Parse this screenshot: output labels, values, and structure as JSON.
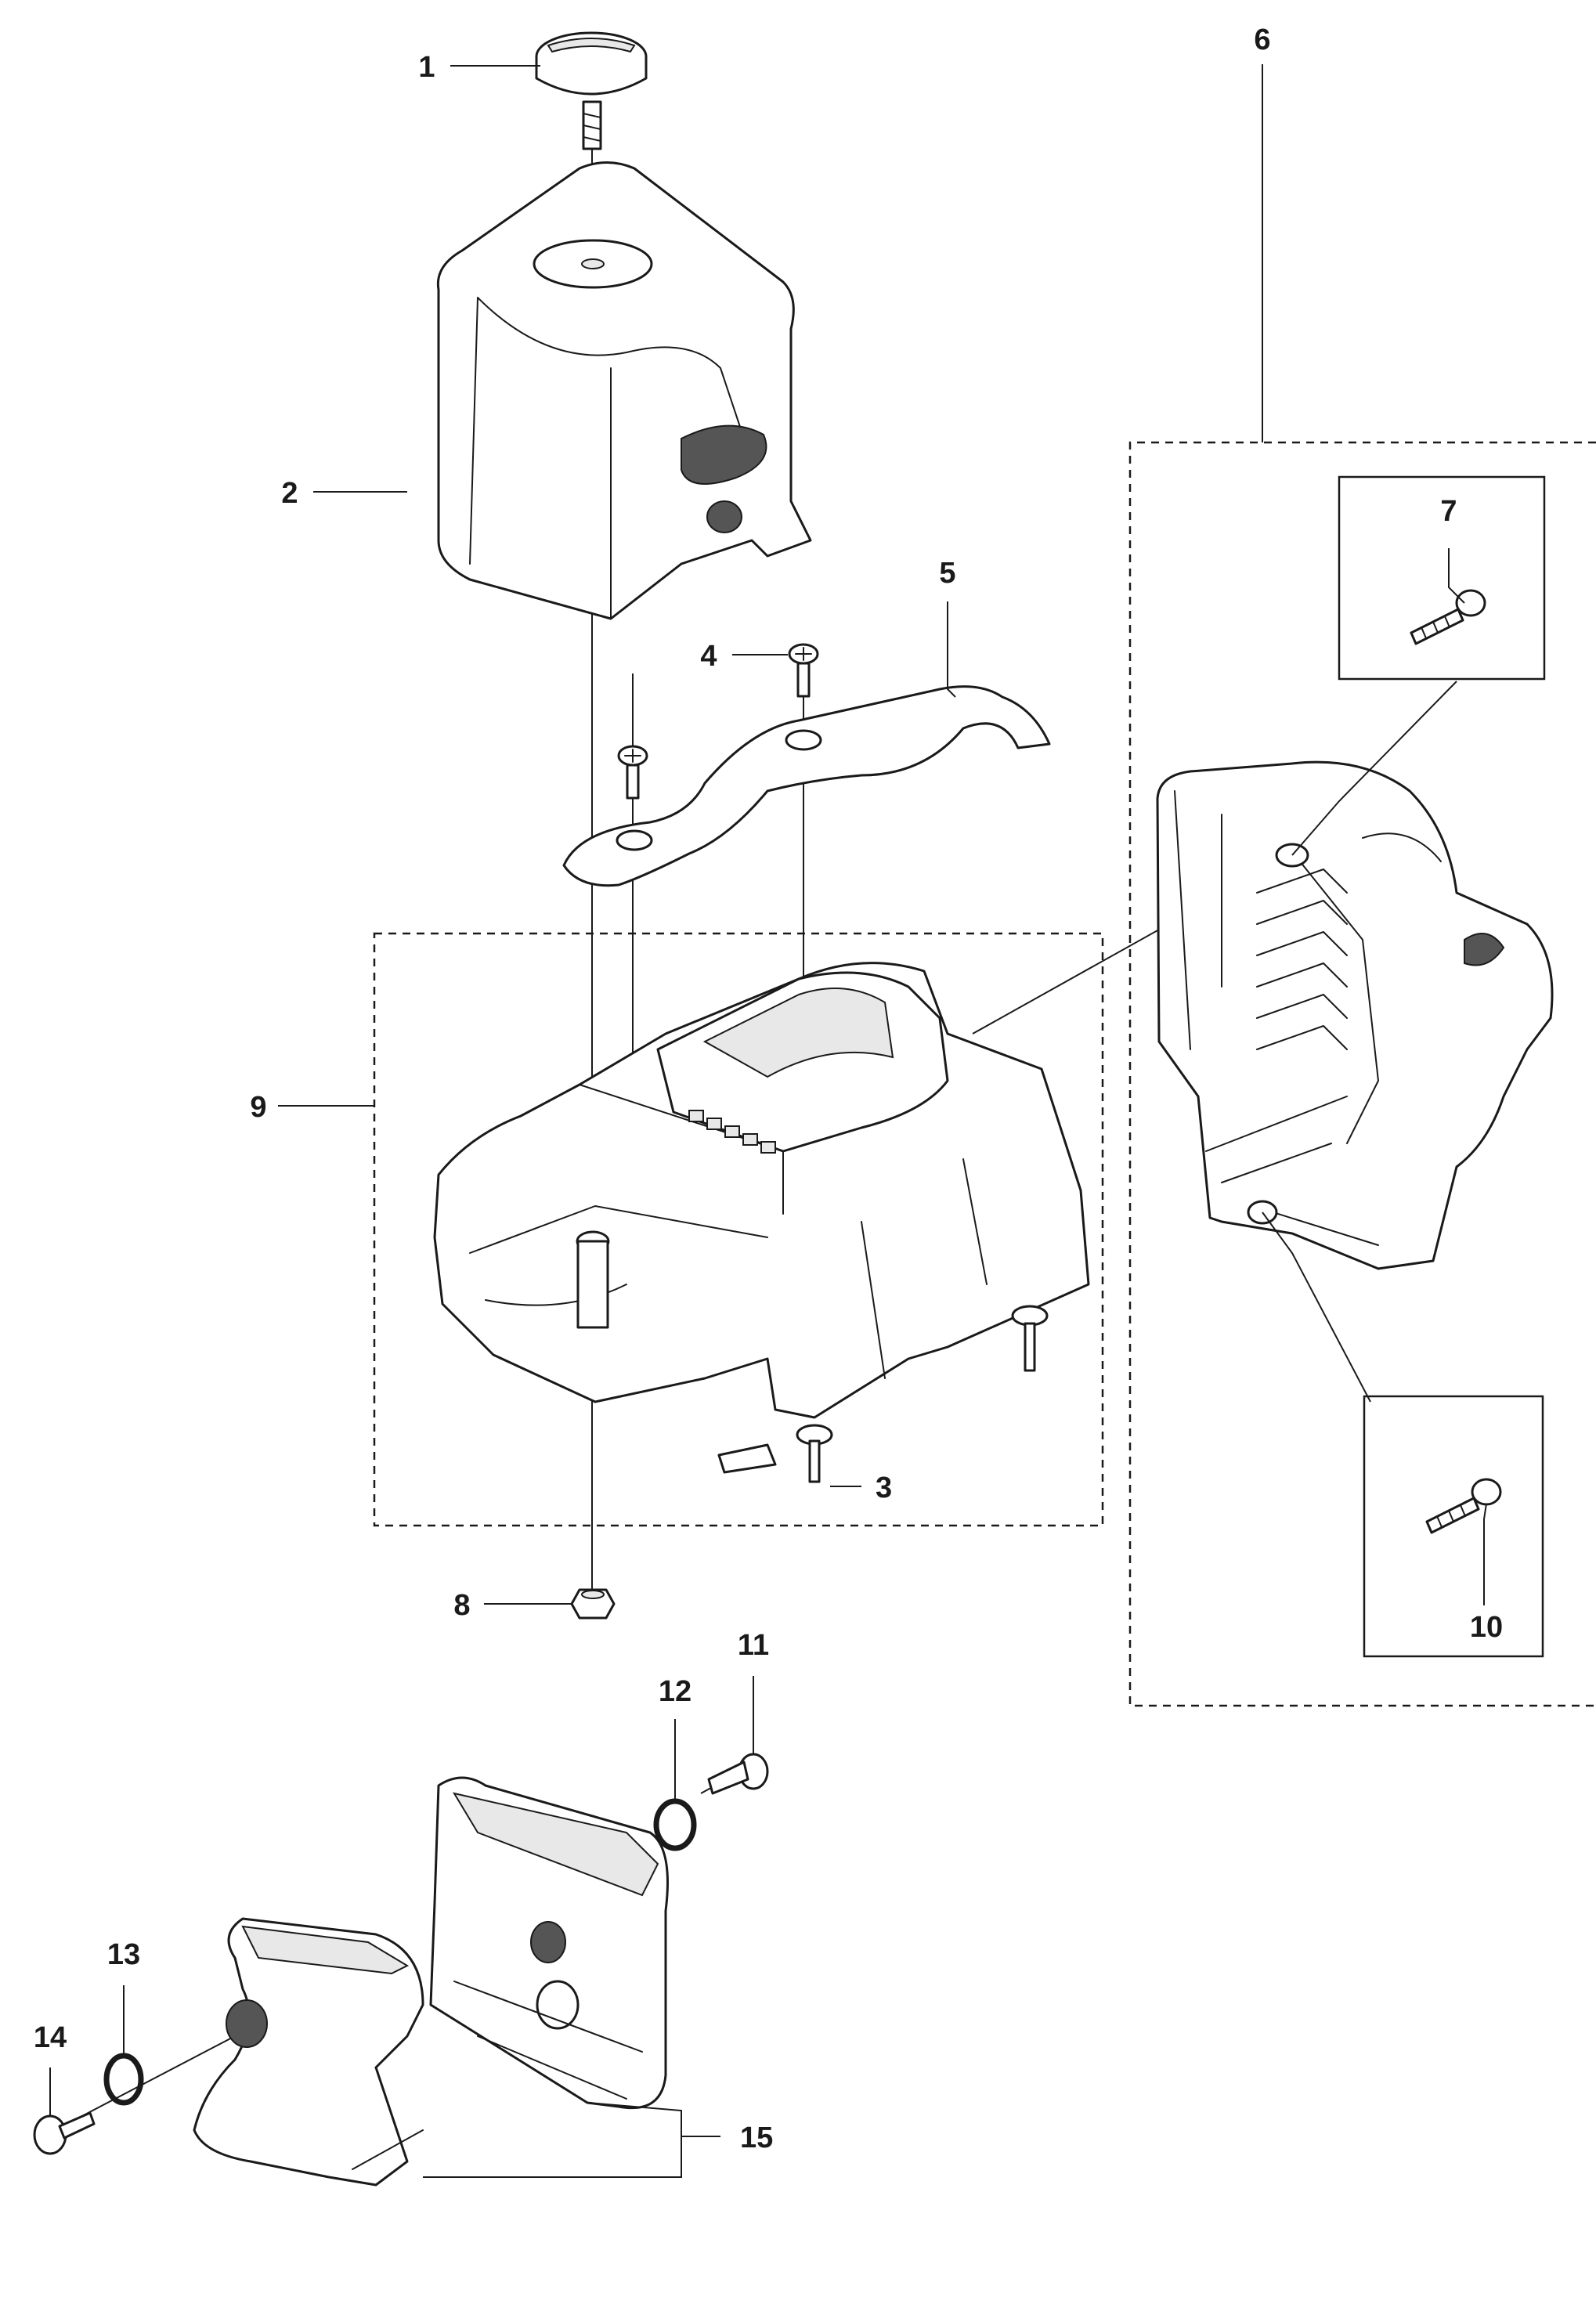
{
  "callouts": {
    "c1": "1",
    "c2": "2",
    "c3": "3",
    "c4": "4",
    "c5": "5",
    "c6": "6",
    "c7": "7",
    "c8": "8",
    "c9": "9",
    "c10": "10",
    "c11": "11",
    "c12": "12",
    "c13": "13",
    "c14": "14",
    "c15": "15"
  },
  "colors": {
    "line": "#1a1a1a",
    "background": "#ffffff",
    "shade": "#e8e8e8"
  }
}
